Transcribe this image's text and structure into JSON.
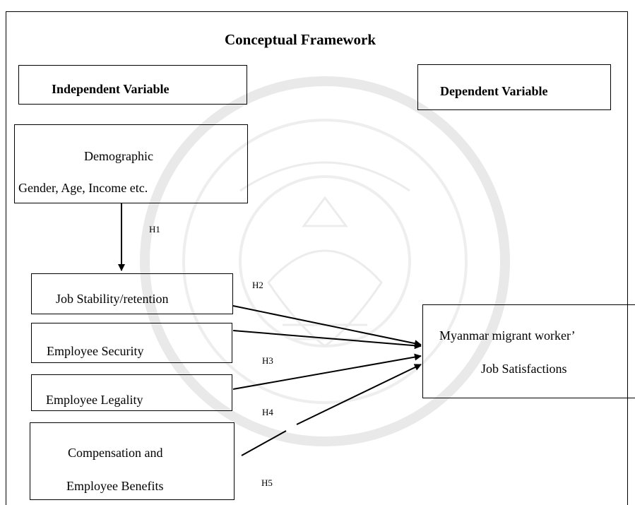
{
  "title": "Conceptual Framework",
  "headers": {
    "independent": "Independent Variable",
    "dependent": "Dependent Variable"
  },
  "demographic": {
    "line1": "Demographic",
    "line2": "Gender, Age, Income etc."
  },
  "variables": [
    "Job Stability/retention",
    "Employee Security",
    "Employee Legality",
    "Compensation and",
    "Employee Benefits"
  ],
  "dependent_box": {
    "line1": "Myanmar migrant worker’",
    "line2": "Job Satisfactions"
  },
  "hypotheses": [
    "H1",
    "H2",
    "H3",
    "H4",
    "H5"
  ],
  "colors": {
    "line": "#000000",
    "watermark": "#e9e9e9"
  }
}
